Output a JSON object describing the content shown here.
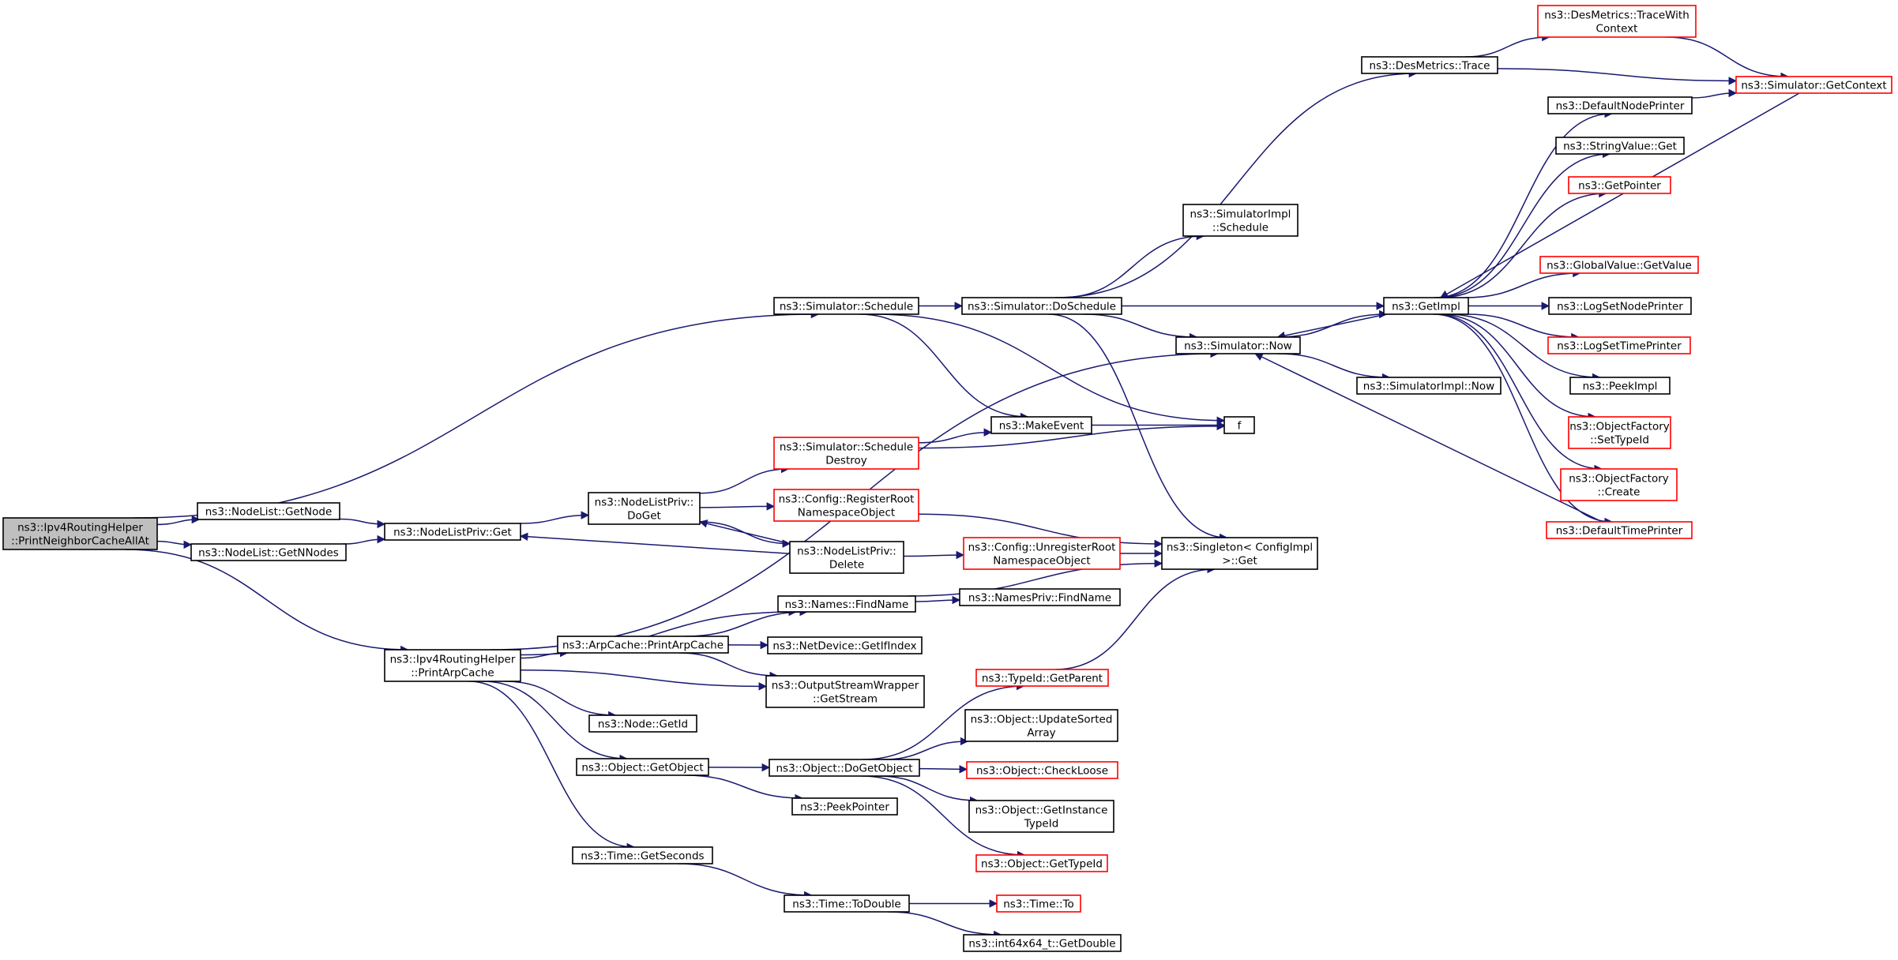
{
  "nodes": [
    {
      "id": "root",
      "lines": [
        "ns3::Ipv4RoutingHelper",
        "::PrintNeighborCacheAllAt"
      ],
      "style": "root"
    },
    {
      "id": "sched",
      "lines": [
        "ns3::Simulator::Schedule"
      ],
      "style": "normal"
    },
    {
      "id": "getnode",
      "lines": [
        "ns3::NodeList::GetNode"
      ],
      "style": "normal"
    },
    {
      "id": "getnnodes",
      "lines": [
        "ns3::NodeList::GetNNodes"
      ],
      "style": "normal"
    },
    {
      "id": "nlpget",
      "lines": [
        "ns3::NodeListPriv::Get"
      ],
      "style": "normal"
    },
    {
      "id": "printarp",
      "lines": [
        "ns3::Ipv4RoutingHelper",
        "::PrintArpCache"
      ],
      "style": "normal"
    },
    {
      "id": "doget",
      "lines": [
        "ns3::NodeListPriv::",
        "DoGet"
      ],
      "style": "normal"
    },
    {
      "id": "schedestroy",
      "lines": [
        "ns3::Simulator::Schedule",
        "Destroy"
      ],
      "style": "truncated"
    },
    {
      "id": "cfgreg",
      "lines": [
        "ns3::Config::RegisterRoot",
        "NamespaceObject"
      ],
      "style": "truncated"
    },
    {
      "id": "nlpdelete",
      "lines": [
        "ns3::NodeListPriv::",
        "Delete"
      ],
      "style": "normal"
    },
    {
      "id": "findname",
      "lines": [
        "ns3::Names::FindName"
      ],
      "style": "normal"
    },
    {
      "id": "arpprint",
      "lines": [
        "ns3::ArpCache::PrintArpCache"
      ],
      "style": "normal"
    },
    {
      "id": "getifindex",
      "lines": [
        "ns3::NetDevice::GetIfIndex"
      ],
      "style": "normal"
    },
    {
      "id": "getstream",
      "lines": [
        "ns3::OutputStreamWrapper",
        "::GetStream"
      ],
      "style": "normal"
    },
    {
      "id": "nodegetid",
      "lines": [
        "ns3::Node::GetId"
      ],
      "style": "normal"
    },
    {
      "id": "getobject",
      "lines": [
        "ns3::Object::GetObject"
      ],
      "style": "normal"
    },
    {
      "id": "peekptr",
      "lines": [
        "ns3::PeekPointer"
      ],
      "style": "normal"
    },
    {
      "id": "getseconds",
      "lines": [
        "ns3::Time::GetSeconds"
      ],
      "style": "normal"
    },
    {
      "id": "todouble",
      "lines": [
        "ns3::Time::ToDouble"
      ],
      "style": "normal"
    },
    {
      "id": "timeto",
      "lines": [
        "ns3::Time::To"
      ],
      "style": "truncated"
    },
    {
      "id": "getdouble",
      "lines": [
        "ns3::int64x64_t::GetDouble"
      ],
      "style": "normal"
    },
    {
      "id": "dogetobject",
      "lines": [
        "ns3::Object::DoGetObject"
      ],
      "style": "normal"
    },
    {
      "id": "tidparent",
      "lines": [
        "ns3::TypeId::GetParent"
      ],
      "style": "truncated"
    },
    {
      "id": "updsorted",
      "lines": [
        "ns3::Object::UpdateSorted",
        "Array"
      ],
      "style": "normal"
    },
    {
      "id": "checkloose",
      "lines": [
        "ns3::Object::CheckLoose"
      ],
      "style": "truncated"
    },
    {
      "id": "getinsttid",
      "lines": [
        "ns3::Object::GetInstance",
        "TypeId"
      ],
      "style": "normal"
    },
    {
      "id": "gettypeid",
      "lines": [
        "ns3::Object::GetTypeId"
      ],
      "style": "truncated"
    },
    {
      "id": "makeevent",
      "lines": [
        "ns3::MakeEvent"
      ],
      "style": "normal"
    },
    {
      "id": "f",
      "lines": [
        "f"
      ],
      "style": "normal"
    },
    {
      "id": "cfgunreg",
      "lines": [
        "ns3::Config::UnregisterRoot",
        "NamespaceObject"
      ],
      "style": "truncated"
    },
    {
      "id": "singleton",
      "lines": [
        "ns3::Singleton< ConfigImpl",
        " >::Get"
      ],
      "style": "normal"
    },
    {
      "id": "namespriv",
      "lines": [
        "ns3::NamesPriv::FindName"
      ],
      "style": "normal"
    },
    {
      "id": "dosched",
      "lines": [
        "ns3::Simulator::DoSchedule"
      ],
      "style": "normal"
    },
    {
      "id": "simnow",
      "lines": [
        "ns3::Simulator::Now"
      ],
      "style": "normal"
    },
    {
      "id": "implnow",
      "lines": [
        "ns3::SimulatorImpl::Now"
      ],
      "style": "normal"
    },
    {
      "id": "implsched",
      "lines": [
        "ns3::SimulatorImpl",
        "::Schedule"
      ],
      "style": "normal"
    },
    {
      "id": "destrace",
      "lines": [
        "ns3::DesMetrics::Trace"
      ],
      "style": "normal"
    },
    {
      "id": "destracectx",
      "lines": [
        "ns3::DesMetrics::TraceWith",
        "Context"
      ],
      "style": "truncated"
    },
    {
      "id": "getcontext",
      "lines": [
        "ns3::Simulator::GetContext"
      ],
      "style": "truncated"
    },
    {
      "id": "getimpl",
      "lines": [
        "ns3::GetImpl"
      ],
      "style": "normal"
    },
    {
      "id": "defnodeprinter",
      "lines": [
        "ns3::DefaultNodePrinter"
      ],
      "style": "normal"
    },
    {
      "id": "strvalget",
      "lines": [
        "ns3::StringValue::Get"
      ],
      "style": "normal"
    },
    {
      "id": "getpointer",
      "lines": [
        "ns3::GetPointer"
      ],
      "style": "truncated"
    },
    {
      "id": "gvgetvalue",
      "lines": [
        "ns3::GlobalValue::GetValue"
      ],
      "style": "truncated"
    },
    {
      "id": "logsetnode",
      "lines": [
        "ns3::LogSetNodePrinter"
      ],
      "style": "normal"
    },
    {
      "id": "logsettime",
      "lines": [
        "ns3::LogSetTimePrinter"
      ],
      "style": "truncated"
    },
    {
      "id": "peekimpl",
      "lines": [
        "ns3::PeekImpl"
      ],
      "style": "normal"
    },
    {
      "id": "ofsettypeid",
      "lines": [
        "ns3::ObjectFactory",
        "::SetTypeId"
      ],
      "style": "truncated"
    },
    {
      "id": "ofcreate",
      "lines": [
        "ns3::ObjectFactory",
        "::Create"
      ],
      "style": "truncated"
    },
    {
      "id": "deftimeprinter",
      "lines": [
        "ns3::DefaultTimePrinter"
      ],
      "style": "truncated"
    }
  ],
  "edges": [
    [
      "root",
      "sched"
    ],
    [
      "root",
      "getnode"
    ],
    [
      "root",
      "getnnodes"
    ],
    [
      "root",
      "printarp"
    ],
    [
      "getnode",
      "nlpget"
    ],
    [
      "getnnodes",
      "nlpget"
    ],
    [
      "nlpget",
      "doget"
    ],
    [
      "doget",
      "schedestroy"
    ],
    [
      "doget",
      "cfgreg"
    ],
    [
      "doget",
      "nlpdelete"
    ],
    [
      "nlpdelete",
      "doget"
    ],
    [
      "nlpdelete",
      "nlpget"
    ],
    [
      "nlpdelete",
      "cfgunreg"
    ],
    [
      "schedestroy",
      "makeevent"
    ],
    [
      "schedestroy",
      "f"
    ],
    [
      "cfgreg",
      "singleton"
    ],
    [
      "cfgunreg",
      "singleton"
    ],
    [
      "sched",
      "dosched"
    ],
    [
      "sched",
      "makeevent"
    ],
    [
      "sched",
      "f"
    ],
    [
      "makeevent",
      "f"
    ],
    [
      "dosched",
      "implsched"
    ],
    [
      "dosched",
      "destrace"
    ],
    [
      "dosched",
      "getimpl"
    ],
    [
      "dosched",
      "simnow"
    ],
    [
      "dosched",
      "singleton"
    ],
    [
      "simnow",
      "getimpl"
    ],
    [
      "simnow",
      "implnow"
    ],
    [
      "destrace",
      "destracectx"
    ],
    [
      "destrace",
      "getcontext"
    ],
    [
      "destracectx",
      "getcontext"
    ],
    [
      "getimpl",
      "defnodeprinter"
    ],
    [
      "getimpl",
      "strvalget"
    ],
    [
      "getimpl",
      "getpointer"
    ],
    [
      "getimpl",
      "gvgetvalue"
    ],
    [
      "getimpl",
      "logsetnode"
    ],
    [
      "getimpl",
      "logsettime"
    ],
    [
      "getimpl",
      "peekimpl"
    ],
    [
      "getimpl",
      "ofsettypeid"
    ],
    [
      "getimpl",
      "ofcreate"
    ],
    [
      "getimpl",
      "deftimeprinter"
    ],
    [
      "getimpl",
      "simnow"
    ],
    [
      "getcontext",
      "getimpl"
    ],
    [
      "defnodeprinter",
      "getcontext"
    ],
    [
      "deftimeprinter",
      "simnow"
    ],
    [
      "printarp",
      "simnow"
    ],
    [
      "printarp",
      "findname"
    ],
    [
      "printarp",
      "arpprint"
    ],
    [
      "printarp",
      "getstream"
    ],
    [
      "printarp",
      "nodegetid"
    ],
    [
      "printarp",
      "getobject"
    ],
    [
      "printarp",
      "getseconds"
    ],
    [
      "arpprint",
      "findname"
    ],
    [
      "arpprint",
      "getifindex"
    ],
    [
      "arpprint",
      "getstream"
    ],
    [
      "findname",
      "namespriv"
    ],
    [
      "findname",
      "singleton"
    ],
    [
      "getobject",
      "dogetobject"
    ],
    [
      "getobject",
      "peekptr"
    ],
    [
      "dogetobject",
      "tidparent"
    ],
    [
      "dogetobject",
      "updsorted"
    ],
    [
      "dogetobject",
      "checkloose"
    ],
    [
      "dogetobject",
      "getinsttid"
    ],
    [
      "dogetobject",
      "gettypeid"
    ],
    [
      "tidparent",
      "singleton"
    ],
    [
      "getseconds",
      "todouble"
    ],
    [
      "todouble",
      "timeto"
    ],
    [
      "todouble",
      "getdouble"
    ]
  ]
}
